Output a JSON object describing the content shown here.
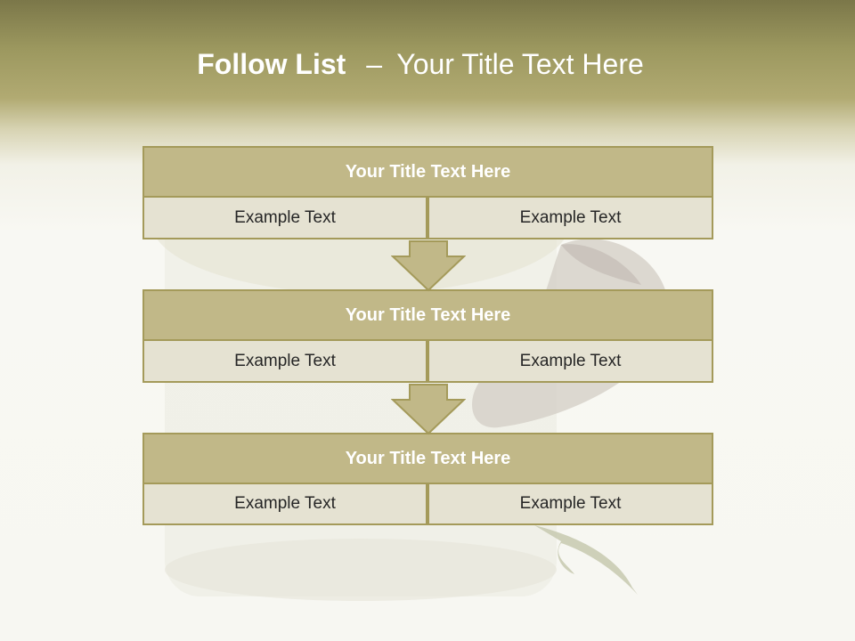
{
  "title": {
    "main": "Follow List",
    "dash": "–",
    "sub": "Your Title Text Here"
  },
  "steps": [
    {
      "title": "Your Title Text Here",
      "left": "Example Text",
      "right": "Example Text"
    },
    {
      "title": "Your Title Text Here",
      "left": "Example Text",
      "right": "Example Text"
    },
    {
      "title": "Your Title Text Here",
      "left": "Example Text",
      "right": "Example Text"
    }
  ],
  "colors": {
    "header_band": "#9c985f",
    "title_fill": "#c1b888",
    "cell_fill": "#e5e2d2",
    "border": "#a49a5a",
    "arrow_fill": "#c1b888"
  },
  "icons": {
    "connector": "down-arrow-icon"
  }
}
